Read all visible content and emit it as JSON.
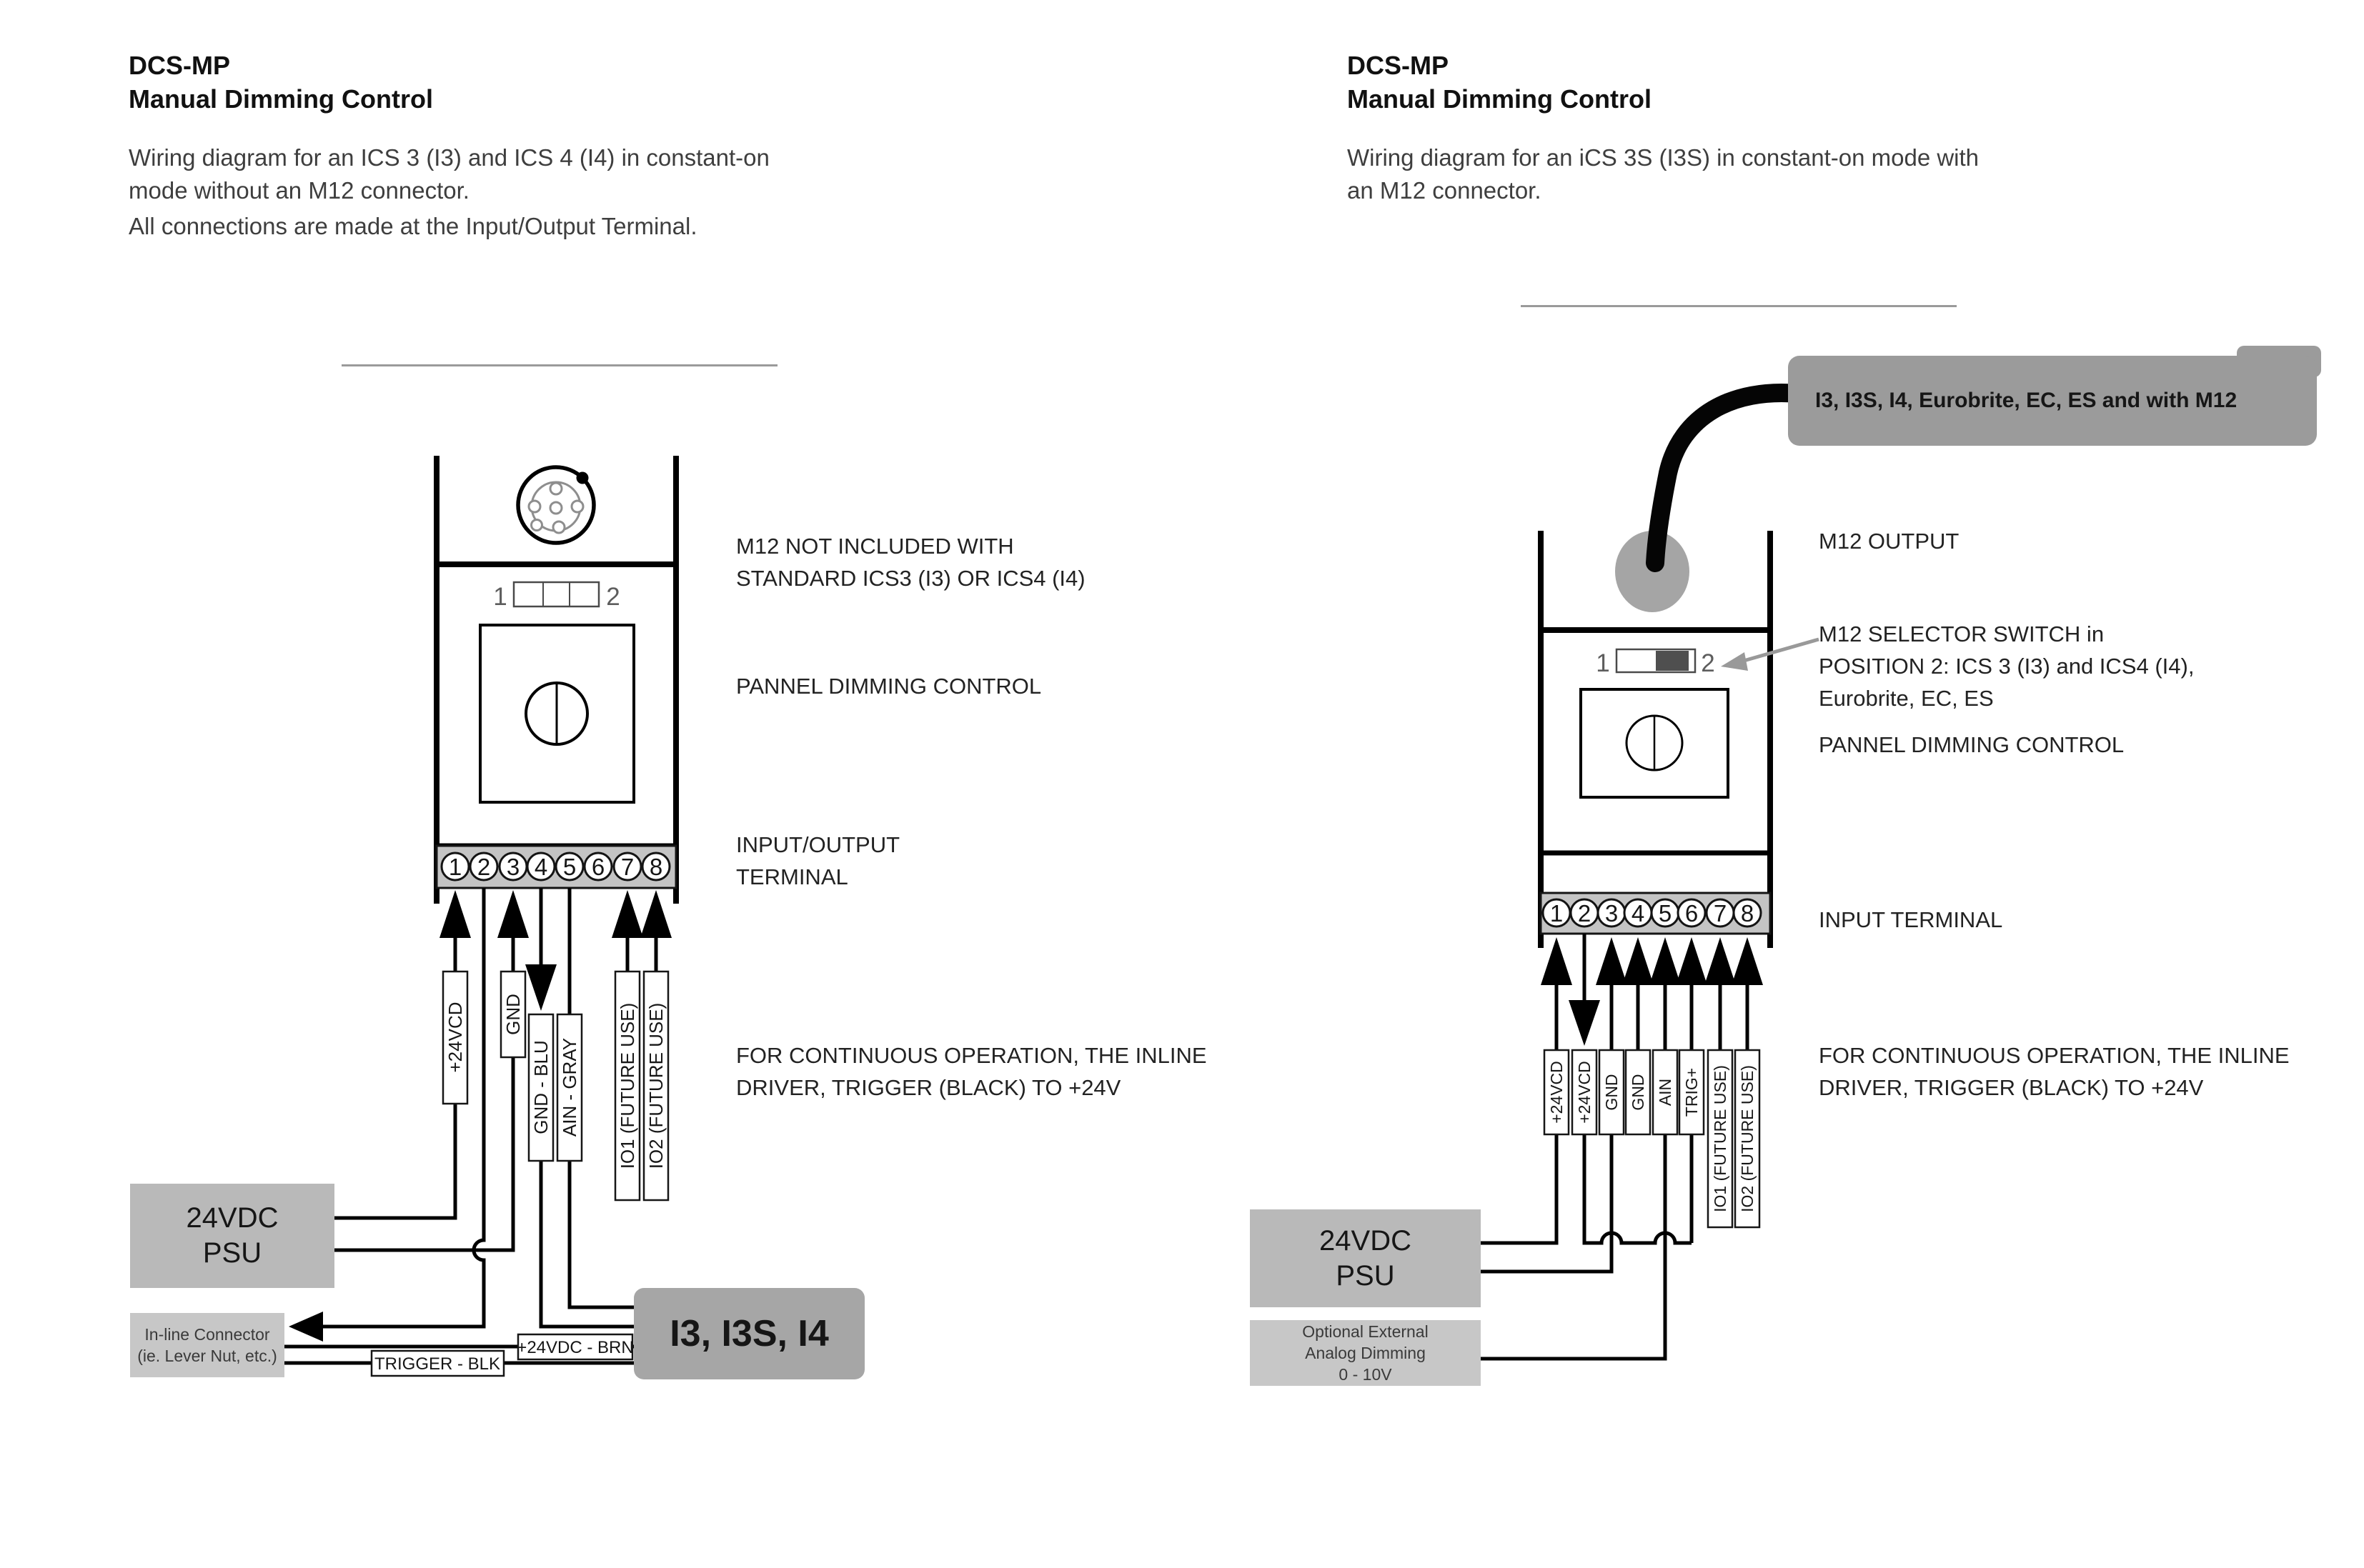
{
  "colors": {
    "wire": "#000000",
    "box_gray_light": "#b9b9b9",
    "box_gray_mid": "#a6a6a6",
    "box_gray_dark": "#9b9b9b",
    "terminal_strip": "#c4c4c4",
    "switch_fill": "#4f4f4f",
    "pointer_gray": "#999999"
  },
  "left": {
    "title": [
      "DCS-MP",
      "Manual Dimming Control"
    ],
    "intro": [
      "Wiring diagram for an ICS 3 (I3) and ICS 4 (I4) in constant-on",
      "mode without an M12 connector."
    ],
    "note": "All connections are made at the Input/Output Terminal.",
    "switch_labels": [
      "1",
      "2"
    ],
    "terminals": [
      "1",
      "2",
      "3",
      "4",
      "5",
      "6",
      "7",
      "8"
    ],
    "wires": {
      "w1": "+24VCD",
      "w3": "GND",
      "w4": "GND - BLU",
      "w5": "AIN - GRAY",
      "w7": "IO1 (FUTURE USE)",
      "w8": "IO2 (FUTURE USE)"
    },
    "psu": [
      "24VDC",
      "PSU"
    ],
    "inline_connector": [
      "In-line Connector",
      "(ie. Lever Nut, etc.)"
    ],
    "trigger_tag": "TRIGGER - BLK",
    "power_tag": "+24VDC - BRN",
    "driver_box": "I3, I3S, I4",
    "ann_m12": [
      "M12 NOT INCLUDED WITH",
      "STANDARD ICS3 (I3) OR ICS4 (I4)"
    ],
    "ann_panel": "PANNEL DIMMING CONTROL",
    "ann_terminal": [
      "INPUT/OUTPUT",
      "TERMINAL"
    ],
    "ann_continuous": [
      "FOR CONTINUOUS OPERATION, THE INLINE",
      "DRIVER, TRIGGER (BLACK) TO +24V"
    ]
  },
  "right": {
    "title": [
      "DCS-MP",
      "Manual Dimming Control"
    ],
    "intro": [
      "Wiring diagram for an iCS 3S (I3S) in constant-on mode with",
      "an M12 connector."
    ],
    "callout": "I3, I3S, I4, Eurobrite, EC, ES and with M12",
    "switch_labels": [
      "1",
      "2"
    ],
    "terminals": [
      "1",
      "2",
      "3",
      "4",
      "5",
      "6",
      "7",
      "8"
    ],
    "wires": {
      "w1": "+24VCD",
      "w2": "+24VCD",
      "w3": "GND",
      "w4": "GND",
      "w5": "AIN",
      "w6": "TRIG+",
      "w7": "IO1 (FUTURE USE)",
      "w8": "IO2 (FUTURE USE)"
    },
    "psu": [
      "24VDC",
      "PSU"
    ],
    "optional": [
      "Optional External",
      "Analog Dimming",
      "0 - 10V"
    ],
    "ann_m12_output": "M12 OUTPUT",
    "ann_selector": [
      "M12 SELECTOR SWITCH in",
      "POSITION 2: ICS 3 (I3) and ICS4 (I4),",
      "Eurobrite, EC, ES"
    ],
    "ann_panel": "PANNEL DIMMING CONTROL",
    "ann_terminal": "INPUT TERMINAL",
    "ann_continuous": [
      "FOR CONTINUOUS OPERATION, THE INLINE",
      "DRIVER, TRIGGER (BLACK) TO +24V"
    ]
  }
}
